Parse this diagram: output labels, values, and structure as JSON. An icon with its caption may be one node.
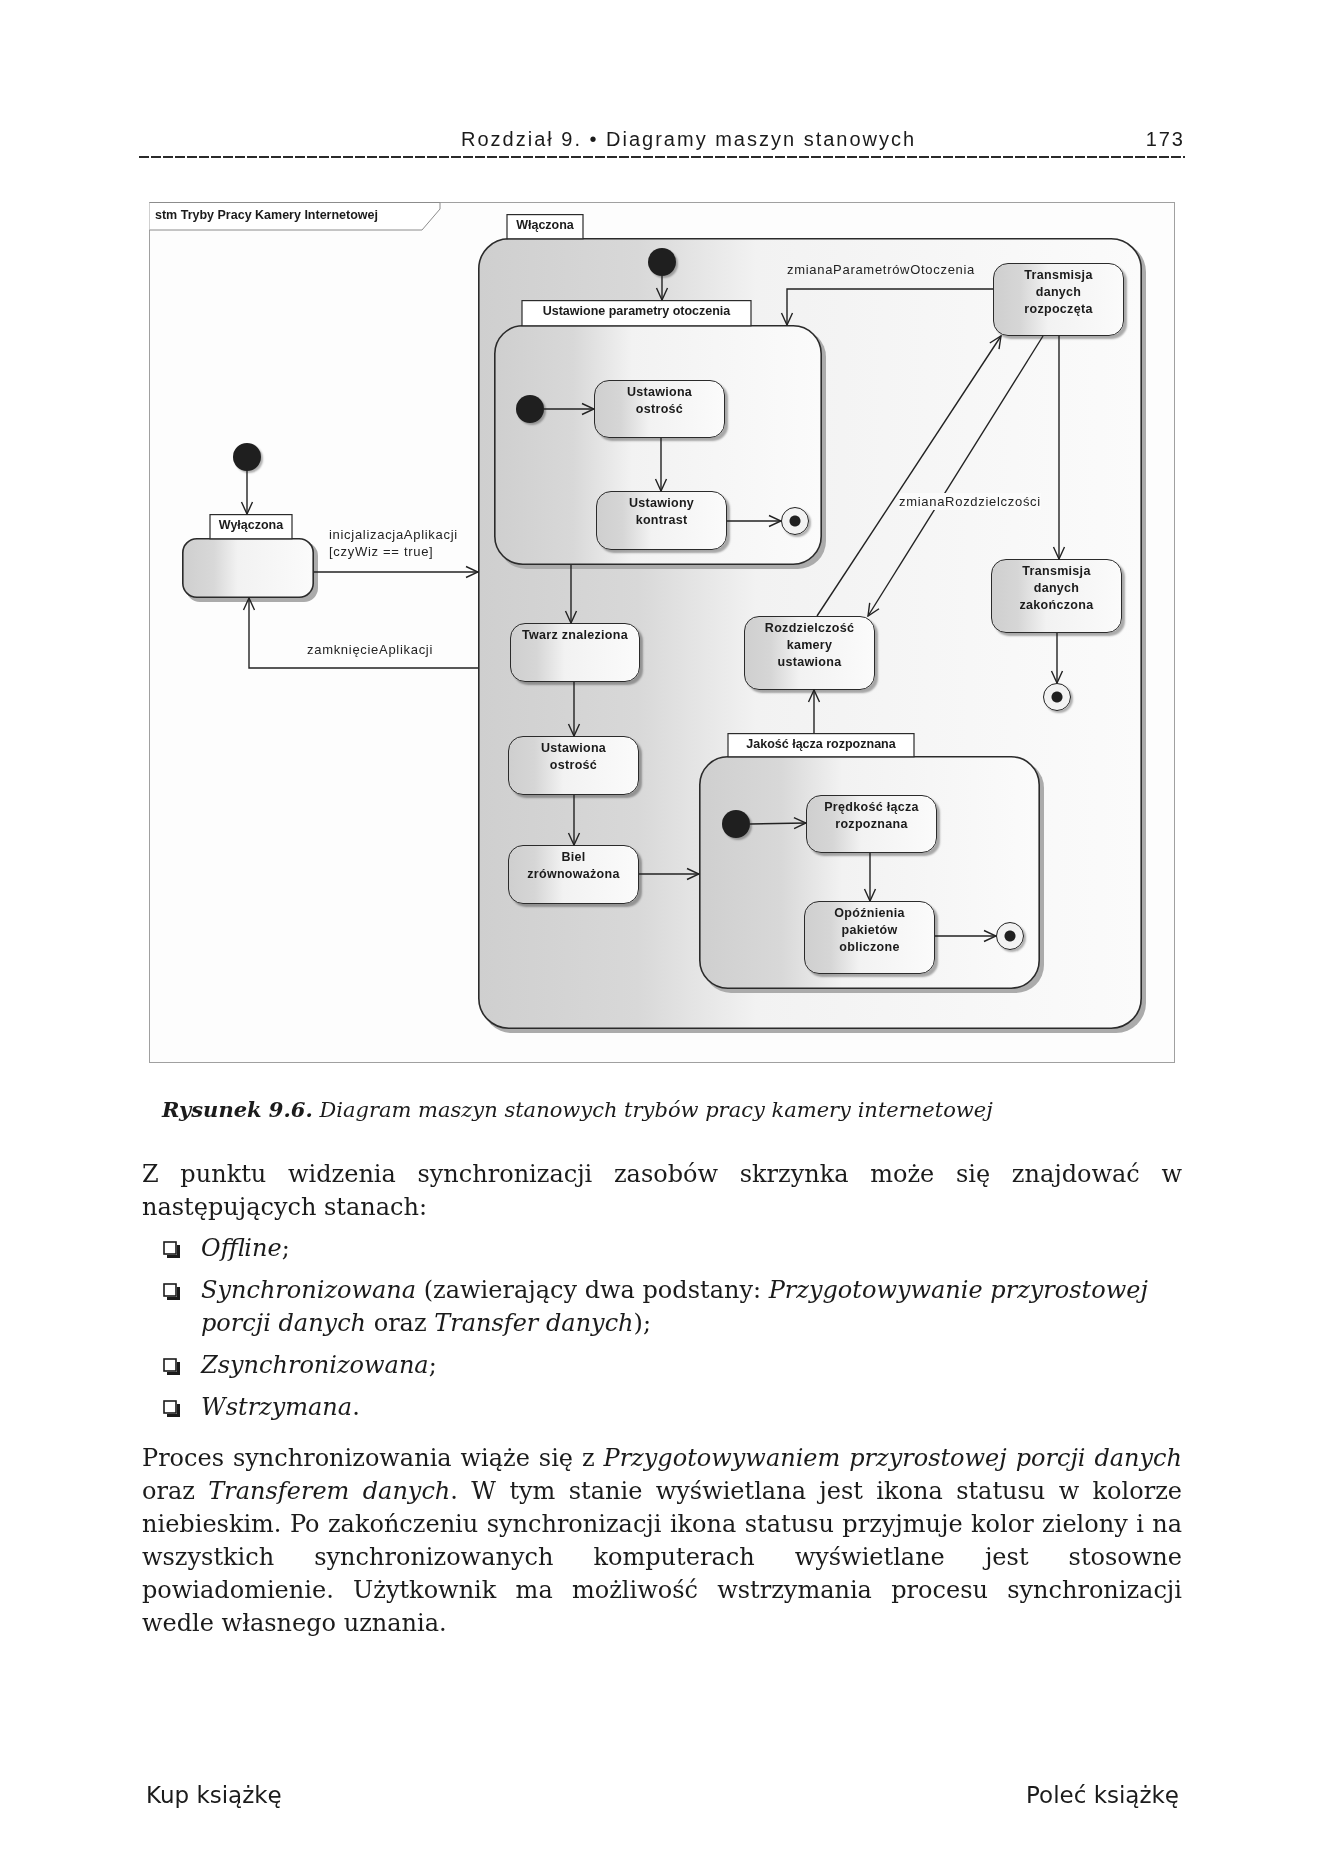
{
  "diagram": {
    "caption": "**Rysunek 9.6.** Diagram maszyn stanowych trybów pracy kamery internetowej",
    "nodes": [
      {
        "text": [
          "stm Tryby Pracy Kamery Internetowej"
        ]
      },
      {
        "text": [
          "Włączona"
        ],
        "in": 0
      },
      {
        "text": [],
        "shape": "dot",
        "in": 1
      },
      {
        "text": [
          "Ustawione parametry otoczenia"
        ],
        "in": 1
      },
      {
        "text": [],
        "shape": "dot",
        "in": 3
      },
      {
        "text": [
          "Ustawiona ostrość"
        ],
        "in": 3
      },
      {
        "text": [
          "Ustawiony kontrast"
        ],
        "in": 3
      },
      {
        "text": [],
        "shape": "bullseye",
        "in": 3
      },
      {
        "text": [
          "Transmisja danych rozpoczęta"
        ],
        "in": 1
      },
      {
        "text": [
          "Transmisja danych zakończona"
        ],
        "in": 1
      },
      {
        "text": [],
        "shape": "bullseye",
        "in": 1
      },
      {
        "text": [
          "Rozdzielczość kamery ustawiona"
        ],
        "in": 1
      },
      {
        "text": [
          "Twarz znaleziona"
        ],
        "in": 1
      },
      {
        "text": [
          "Ustawiona ostrość"
        ],
        "in": 1
      },
      {
        "text": [
          "Biel zrównoważona"
        ],
        "in": 1
      },
      {
        "text": [
          "Jakość łącza rozpoznana"
        ],
        "in": 1
      },
      {
        "text": [],
        "shape": "dot",
        "in": 15
      },
      {
        "text": [
          "Prędkość łącza rozpoznana"
        ],
        "in": 15
      },
      {
        "text": [
          "Opóźnienia pakietów obliczone"
        ],
        "in": 15
      },
      {
        "text": [],
        "shape": "bullseye",
        "in": 15
      },
      {
        "text": [],
        "shape": "dot",
        "in": 0
      },
      {
        "text": [
          "Wyłączona"
        ],
        "in": 0
      }
    ],
    "edges": [
      {
        "from": 20,
        "to": 21,
        "arrow": "to"
      },
      {
        "from": 21,
        "to": 1,
        "arrow": "to",
        "label": "inicjalizacjaAplikacji [czyWiz == true]"
      },
      {
        "from": 1,
        "to": 21,
        "arrow": "to",
        "label": "zamknięcieAplikacji"
      },
      {
        "from": 2,
        "to": 3,
        "arrow": "to"
      },
      {
        "from": 4,
        "to": 5,
        "arrow": "to"
      },
      {
        "from": 5,
        "to": 6,
        "arrow": "to"
      },
      {
        "from": 6,
        "to": 7,
        "arrow": "to"
      },
      {
        "from": 8,
        "to": 3,
        "arrow": "to",
        "label": "zmianaParametrówOtoczenia"
      },
      {
        "from": 3,
        "to": 12,
        "arrow": "to"
      },
      {
        "from": 12,
        "to": 13,
        "arrow": "to"
      },
      {
        "from": 13,
        "to": 14,
        "arrow": "to"
      },
      {
        "from": 14,
        "to": 15,
        "arrow": "to"
      },
      {
        "from": 16,
        "to": 17,
        "arrow": "to"
      },
      {
        "from": 17,
        "to": 18,
        "arrow": "to"
      },
      {
        "from": 18,
        "to": 19,
        "arrow": "to"
      },
      {
        "from": 15,
        "to": 11,
        "arrow": "to"
      },
      {
        "from": 11,
        "to": 8,
        "arrow": "to"
      },
      {
        "from": 8,
        "to": 11,
        "arrow": "to",
        "label": "zmianaRozdzielczości"
      },
      {
        "from": 8,
        "to": 9,
        "arrow": "to"
      },
      {
        "from": 9,
        "to": 10,
        "arrow": "to"
      }
    ],
    "labels": [
      "Rozdział 9. • Diagramy maszyn stanowych",
      "173",
      "Z punktu widzenia synchronizacji zasobów skrzynka może się znajdować w następujących stanach:",
      "*Offline*;",
      "*Synchronizowana* (zawierający dwa podstany: *Przygotowywanie przyrostowej porcji danych* oraz *Transfer danych*);",
      "*Zsynchronizowana*;",
      "*Wstrzymana*.",
      "Proces synchronizowania wiąże się z *Przygotowywaniem przyrostowej porcji danych* oraz *Transferem danych*. W tym stanie wyświetlana jest ikona statusu w kolorze niebieskim. Po zakończeniu synchronizacji ikona statusu przyjmuje kolor zielony i na wszystkich synchronizowanych komputerach wyświetlane jest stosowne powiadomienie. Użytkownik ma możliwość wstrzymania procesu synchronizacji wedle własnego uznania.",
      "Kup książkę",
      "Poleć książkę"
    ]
  }
}
